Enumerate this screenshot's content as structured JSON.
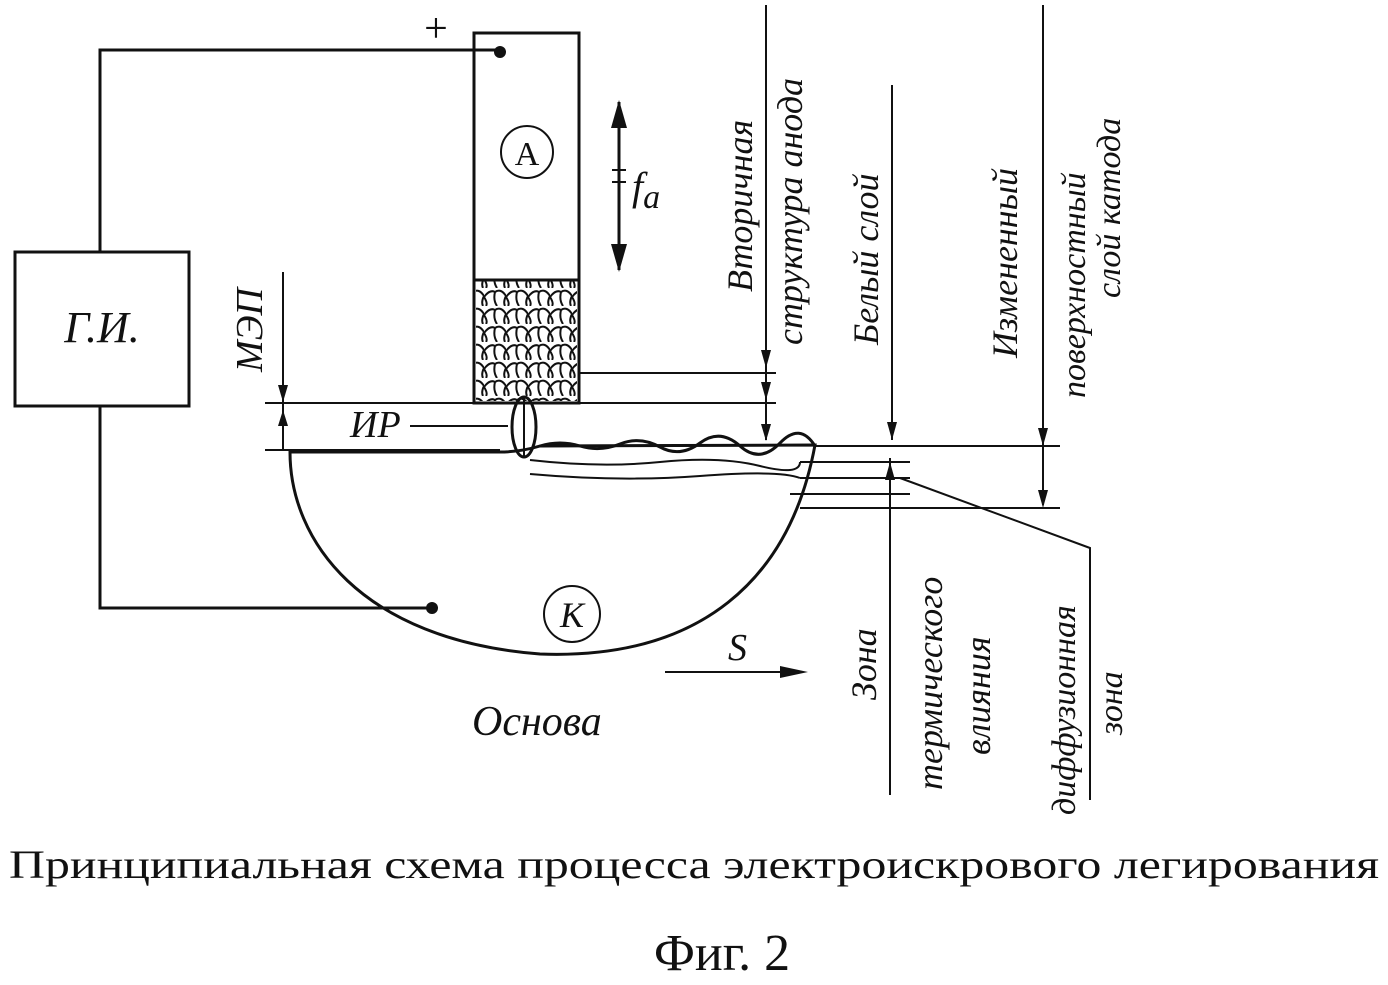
{
  "diagram": {
    "generator_label": "Г.И.",
    "plus_sign": "+",
    "anode_label": "А",
    "cathode_label": "К",
    "frequency_label": "f",
    "frequency_subscript": "a",
    "mep_label": "МЭП",
    "ir_label": "ИР",
    "speed_label": "S",
    "base_label": "Основа",
    "secondary_structure": {
      "line1": "Вторичная",
      "line2": "структура анода"
    },
    "white_layer": "Белый слой",
    "modified_layer": {
      "line1": "Измененный",
      "line2": "поверхностный",
      "line3": "слой  катода"
    },
    "heat_zone": {
      "line1": "Зона",
      "line2": "термического",
      "line3": "влияния"
    },
    "diffusion_zone": {
      "line1": "диффузионная",
      "line2": "зона"
    }
  },
  "caption": {
    "description": "Принципиальная схема процесса электроискрового легирования",
    "figure": "Фиг. 2"
  }
}
